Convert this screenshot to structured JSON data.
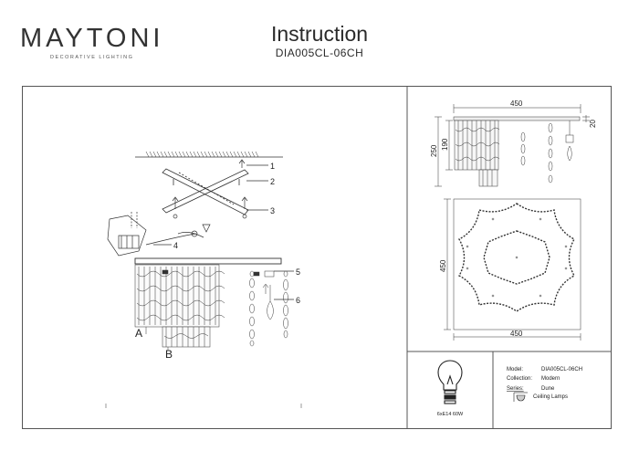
{
  "header": {
    "logo_text": "MAYTONI",
    "logo_sub": "DECORATIVE LIGHTING",
    "title": "Instruction",
    "model_code": "DIA005CL-06CH"
  },
  "assembly": {
    "callouts": [
      "1",
      "2",
      "3",
      "4",
      "5",
      "6"
    ],
    "part_labels": [
      "A",
      "B"
    ]
  },
  "dimensions": {
    "side_width": "450",
    "side_height_total": "250",
    "side_height_body": "190",
    "side_top": "20",
    "top_height": "450",
    "top_width": "450"
  },
  "specs": {
    "bulb": "6xE14 60W",
    "model_label": "Model:",
    "model_value": "DIA005CL-06CH",
    "collection_label": "Collection:",
    "collection_value": "Modern",
    "series_label": "Series:",
    "series_value": "Dune",
    "type_value": "Ceiling Lamps"
  }
}
